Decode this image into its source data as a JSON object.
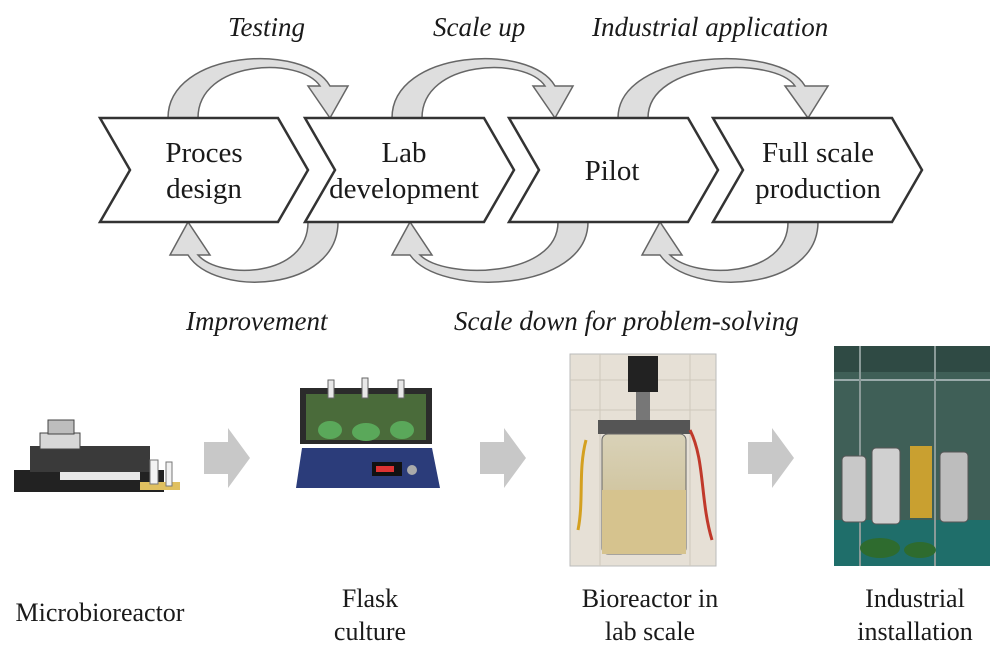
{
  "loop_labels": {
    "top": [
      "Testing",
      "Scale up",
      "Industrial application"
    ],
    "bottom": [
      "Improvement",
      "Scale down for problem-solving"
    ]
  },
  "stages": [
    {
      "line1": "Proces",
      "line2": "design"
    },
    {
      "line1": "Lab",
      "line2": "development"
    },
    {
      "line1": "Pilot",
      "line2": ""
    },
    {
      "line1": "Full scale",
      "line2": "production"
    }
  ],
  "equipment": [
    {
      "line1": "Microbioreactor",
      "line2": ""
    },
    {
      "line1": "Flask",
      "line2": "culture"
    },
    {
      "line1": "Bioreactor in",
      "line2": "lab scale"
    },
    {
      "line1": "Industrial",
      "line2": "installation"
    }
  ],
  "colors": {
    "chevron_fill": "#ffffff",
    "chevron_stroke": "#333333",
    "loop_arrow_fill": "#dedede",
    "loop_arrow_stroke": "#666666",
    "flow_arrow": "#c8c8c8"
  }
}
